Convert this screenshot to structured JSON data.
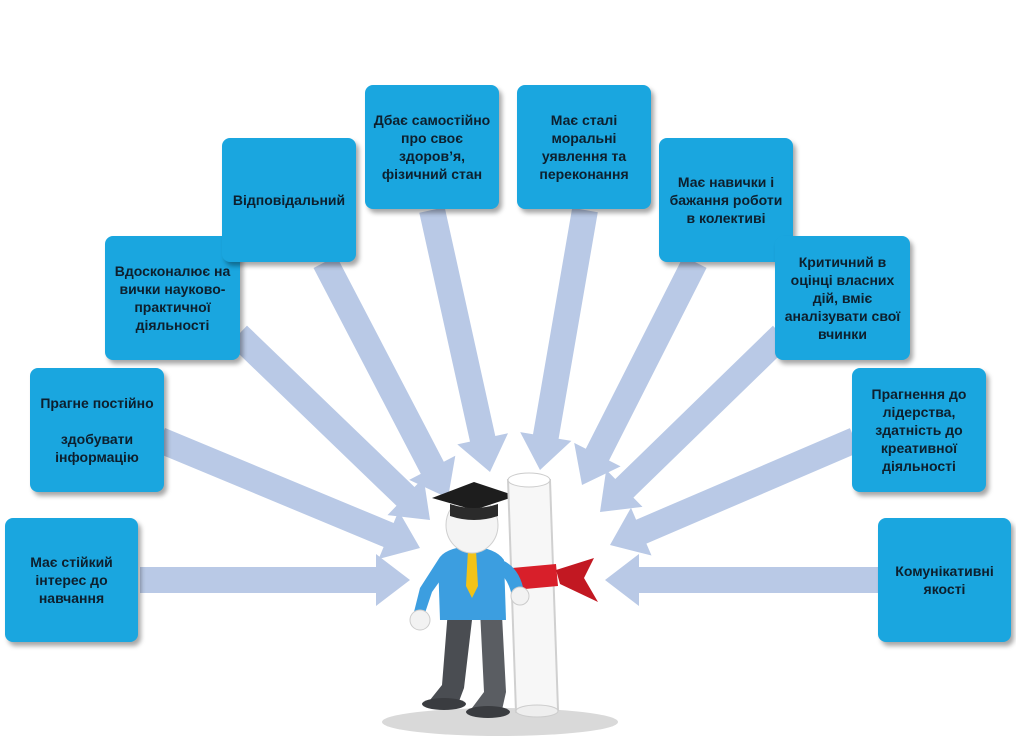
{
  "colors": {
    "box": "#1aa6df",
    "arrow": "#b9c9e6",
    "shirt": "#3c9ee0",
    "tie": "#f2c318",
    "ribbon": "#d81f2a"
  },
  "center_figure": {
    "icon": "graduate-with-diploma-icon"
  },
  "qualities": [
    "Має   стійкий\nінтерес   до\nнавчання",
    "Прагне постійно\n\nздобувати\nінформацію",
    "Вдосконалює на\nвички науково-\nпрактичної\nдіяльності",
    "Відповідальний",
    "Дбає самостійно\nпро своє\nздоров’я,\nфізичний стан",
    "Має сталі\nморальні\nуявлення та\nпереконання",
    "Має навички і\nбажання роботи\nв колективі",
    "Критичний в\nоцінці власних\nдій, вміє\nаналізувати свої\nвчинки",
    "Прагнення до\nлідерства,\nздатність до\nкреативної\nдіяльності",
    "Комунікативні\nякості"
  ]
}
